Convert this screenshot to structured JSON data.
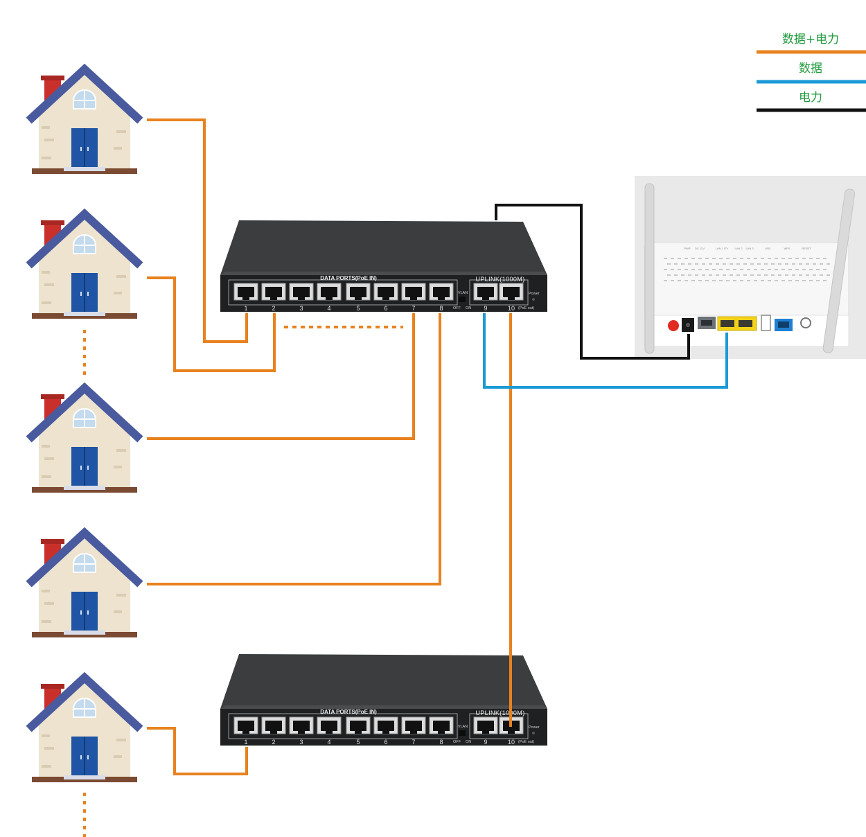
{
  "legend": [
    {
      "label": "数据+电力",
      "color": "#e8821e"
    },
    {
      "label": "数据",
      "color": "#1b9ad6"
    },
    {
      "label": "电力",
      "color": "#111111"
    }
  ],
  "switch": {
    "data_ports_label": "DATA PORTS(PoE IN)",
    "uplink_label": "UPLINK(1000M)",
    "vlan_label": "VLAN",
    "off_label": "OFF",
    "on_label": "ON",
    "power_label": "Power",
    "poe_out_label": "(PoE out)",
    "port_numbers": [
      "1",
      "2",
      "3",
      "4",
      "5",
      "6",
      "7",
      "8",
      "9",
      "10"
    ]
  },
  "router": {
    "port_labels": [
      "PWR",
      "DC 12V",
      "LAN 1 ITV",
      "LAN 2",
      "LAN 3",
      "USB",
      "WPS",
      "RESET"
    ]
  },
  "colors": {
    "poe": "#e8821e",
    "data": "#1b9ad6",
    "power": "#111111",
    "roof": "#4a5a9e",
    "wall": "#ede3cf",
    "door": "#1f55a4",
    "chimney": "#c9302c",
    "ground": "#7a4a32"
  }
}
